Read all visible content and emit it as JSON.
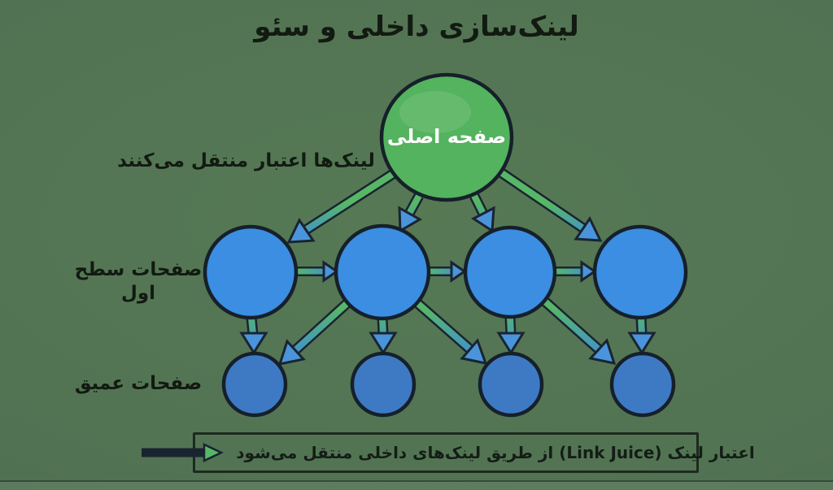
{
  "title": "لینک‌سازی داخلی و سئو",
  "annotations": {
    "link_transfer": "لینک‌ها اعتبار منتقل می‌کنند",
    "level1_label": "صفحات سطح اول",
    "deep_label": "صفحات عمیق"
  },
  "nodes": {
    "main_page": "صفحه اصلی",
    "level1_count": 4,
    "deep_count": 4
  },
  "edges": [
    "main→level1-1",
    "main→level1-2",
    "main→level1-3",
    "main→level1-4",
    "level1-1→level1-2",
    "level1-2→level1-3",
    "level1-3→level1-4",
    "level1-1→deep-1",
    "level1-2→deep-1",
    "level1-2→deep-2",
    "level1-2→deep-3",
    "level1-3→deep-3",
    "level1-3→deep-4",
    "level1-4→deep-4"
  ],
  "legend": {
    "text": "اعتبار لینک (Link Juice) از طریق لینک‌های داخلی منتقل می‌شود"
  },
  "colors": {
    "background": "#527353",
    "main_node": "#54b35e",
    "level1_node": "#3b8ee2",
    "deep_node": "#3e7ac4",
    "arrow_green": "#57b766",
    "arrow_blue": "#3f8fd8",
    "arrow_head": "#4a94dc",
    "outline": "#1a2430",
    "text": "#121a12",
    "node_label": "#ffffff"
  }
}
